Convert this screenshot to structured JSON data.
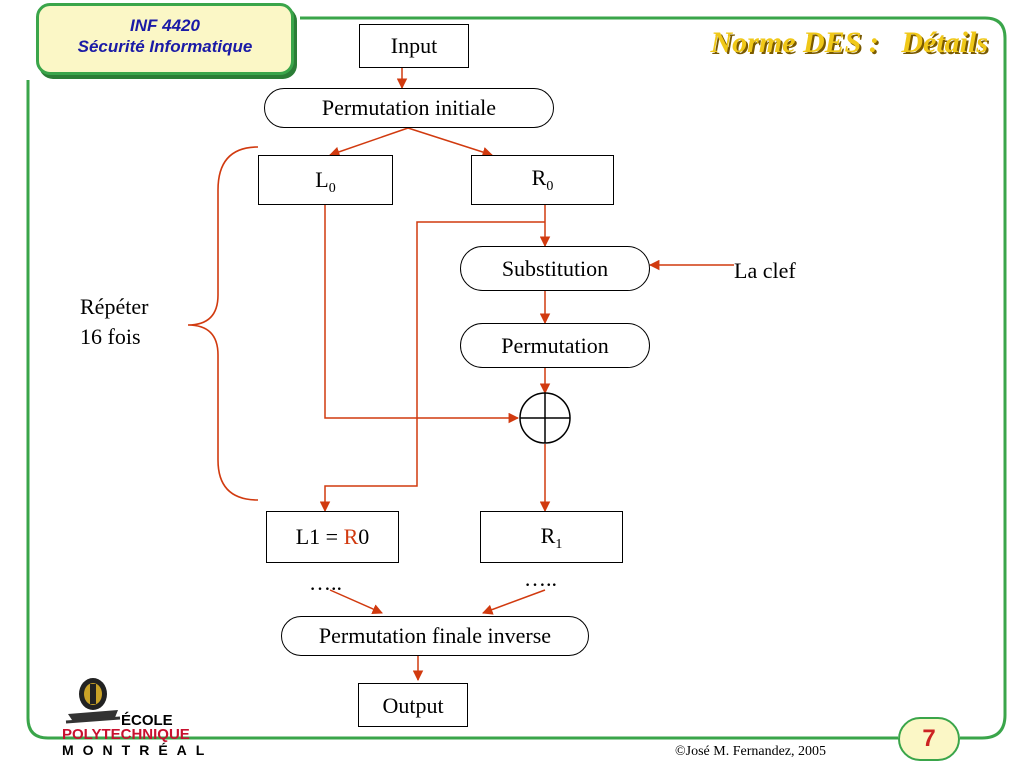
{
  "header": {
    "course_code": "INF 4420",
    "course_name": "Sécurité Informatique",
    "slide_title": "Norme DES :   Détails"
  },
  "diagram": {
    "input": "Input",
    "initial_permutation": "Permutation initiale",
    "left_block": {
      "letter": "L",
      "index": "0"
    },
    "right_block": {
      "letter": "R",
      "index": "0"
    },
    "substitution": "Substitution",
    "key_label": "La clef",
    "permutation": "Permutation",
    "repeat_label_line1": "Répéter",
    "repeat_label_line2": "16 fois",
    "l1_prefix": "L1 = ",
    "l1_highlight": "R",
    "l1_suffix": "0",
    "right_out_block": {
      "letter": "R",
      "index": "1"
    },
    "ellipsis_left": "…..",
    "ellipsis_right": "…..",
    "final_permutation": "Permutation finale inverse",
    "output": "Output"
  },
  "footer": {
    "logo_line1": "ÉCOLE",
    "logo_line2": "POLYTECHNIQUE",
    "logo_line3": "MONTRÉAL",
    "copyright": "©José M. Fernandez, 2005",
    "page_number": "7"
  },
  "colors": {
    "arrow": "#d13a0f",
    "frame": "#3aa54a",
    "title": "#f0c818",
    "course_text": "#1a1aa6",
    "highlight": "#d13a0f"
  }
}
